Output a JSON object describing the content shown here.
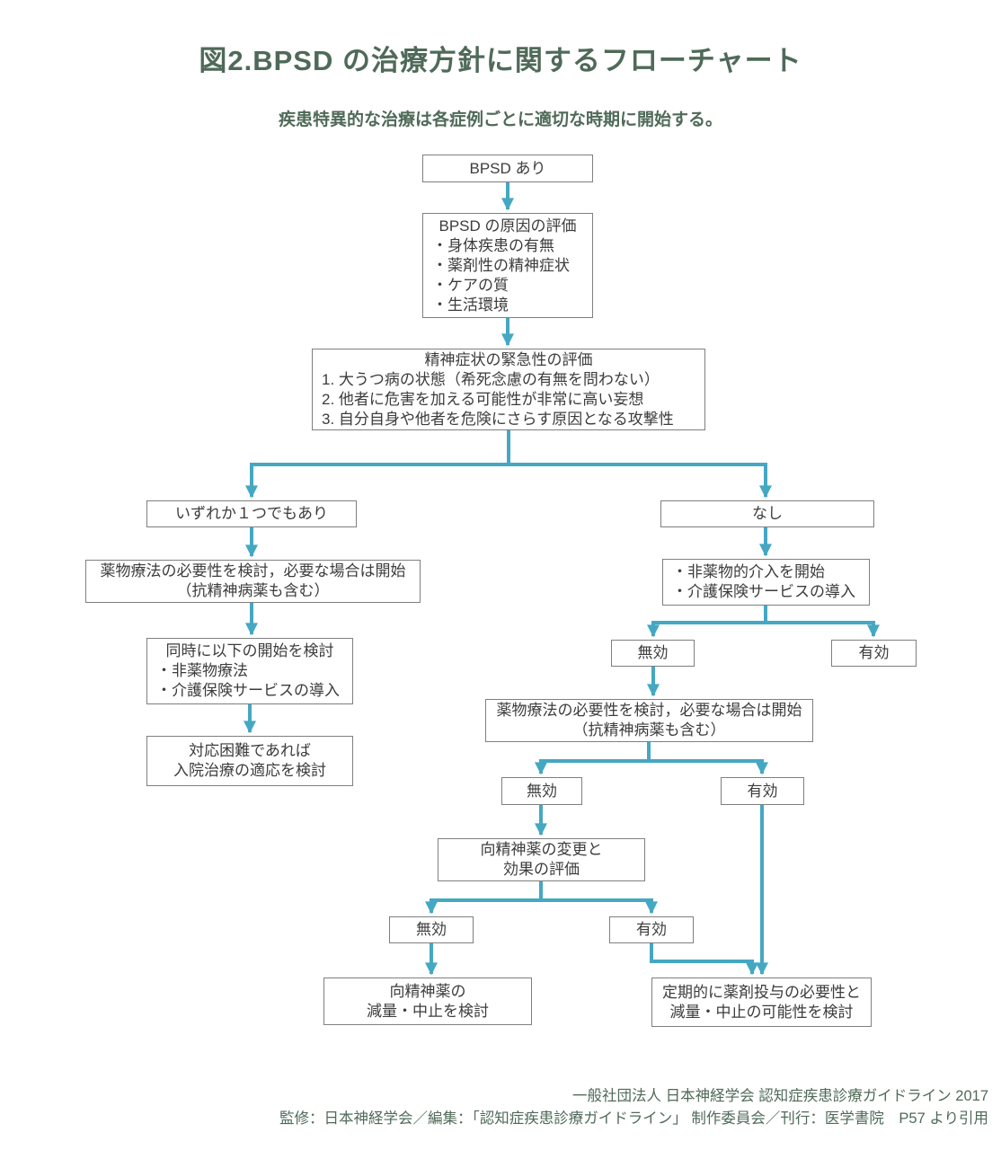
{
  "palette": {
    "accent_arrow": "#45a8c2",
    "box_border": "#7f7f7f",
    "box_text": "#3c3c3c",
    "heading_green": "#4f6a58"
  },
  "header": {
    "title": "図2.BPSD の治療方針に関するフローチャート",
    "subtitle": "疾患特異的な治療は各症例ごとに適切な時期に開始する。"
  },
  "nodes": {
    "start": {
      "label": "BPSD あり"
    },
    "cause": {
      "title": "BPSD の原因の評価",
      "items": [
        "・身体疾患の有無",
        "・薬剤性の精神症状",
        "・ケアの質",
        "・生活環境"
      ]
    },
    "urgency": {
      "title": "精神症状の緊急性の評価",
      "items": [
        "1. 大うつ病の状態（希死念慮の有無を問わない）",
        "2. 他者に危害を加える可能性が非常に高い妄想",
        "3. 自分自身や他者を危険にさらす原因となる攻撃性"
      ]
    },
    "branch_yes": {
      "label": "いずれか１つでもあり"
    },
    "branch_no": {
      "label": "なし"
    },
    "left_pharma": {
      "line1": "薬物療法の必要性を検討，必要な場合は開始",
      "line2": "（抗精神病薬も含む）"
    },
    "left_concurrent": {
      "title": "同時に以下の開始を検討",
      "items": [
        "・非薬物療法",
        "・介護保険サービスの導入"
      ]
    },
    "left_hospital": {
      "line1": "対応困難であれば",
      "line2": "入院治療の適応を検討"
    },
    "right_nonpharma": {
      "items": [
        "・非薬物的介入を開始",
        "・介護保険サービスの導入"
      ]
    },
    "ineffective1": {
      "label": "無効"
    },
    "effective1": {
      "label": "有効"
    },
    "right_pharma": {
      "line1": "薬物療法の必要性を検討，必要な場合は開始",
      "line2": "（抗精神病薬も含む）"
    },
    "ineffective2": {
      "label": "無効"
    },
    "effective2": {
      "label": "有効"
    },
    "change_drug": {
      "line1": "向精神薬の変更と",
      "line2": "効果の評価"
    },
    "ineffective3": {
      "label": "無効"
    },
    "effective3": {
      "label": "有効"
    },
    "reduce_stop": {
      "line1": "向精神薬の",
      "line2": "減量・中止を検討"
    },
    "periodic": {
      "line1": "定期的に薬剤投与の必要性と",
      "line2": "減量・中止の可能性を検討"
    }
  },
  "footer": {
    "line1": "一般社団法人 日本神経学会 認知症疾患診療ガイドライン 2017",
    "line2": "監修：日本神経学会／編集：「認知症疾患診療ガイドライン」 制作委員会／刊行：医学書院　P57 より引用"
  }
}
